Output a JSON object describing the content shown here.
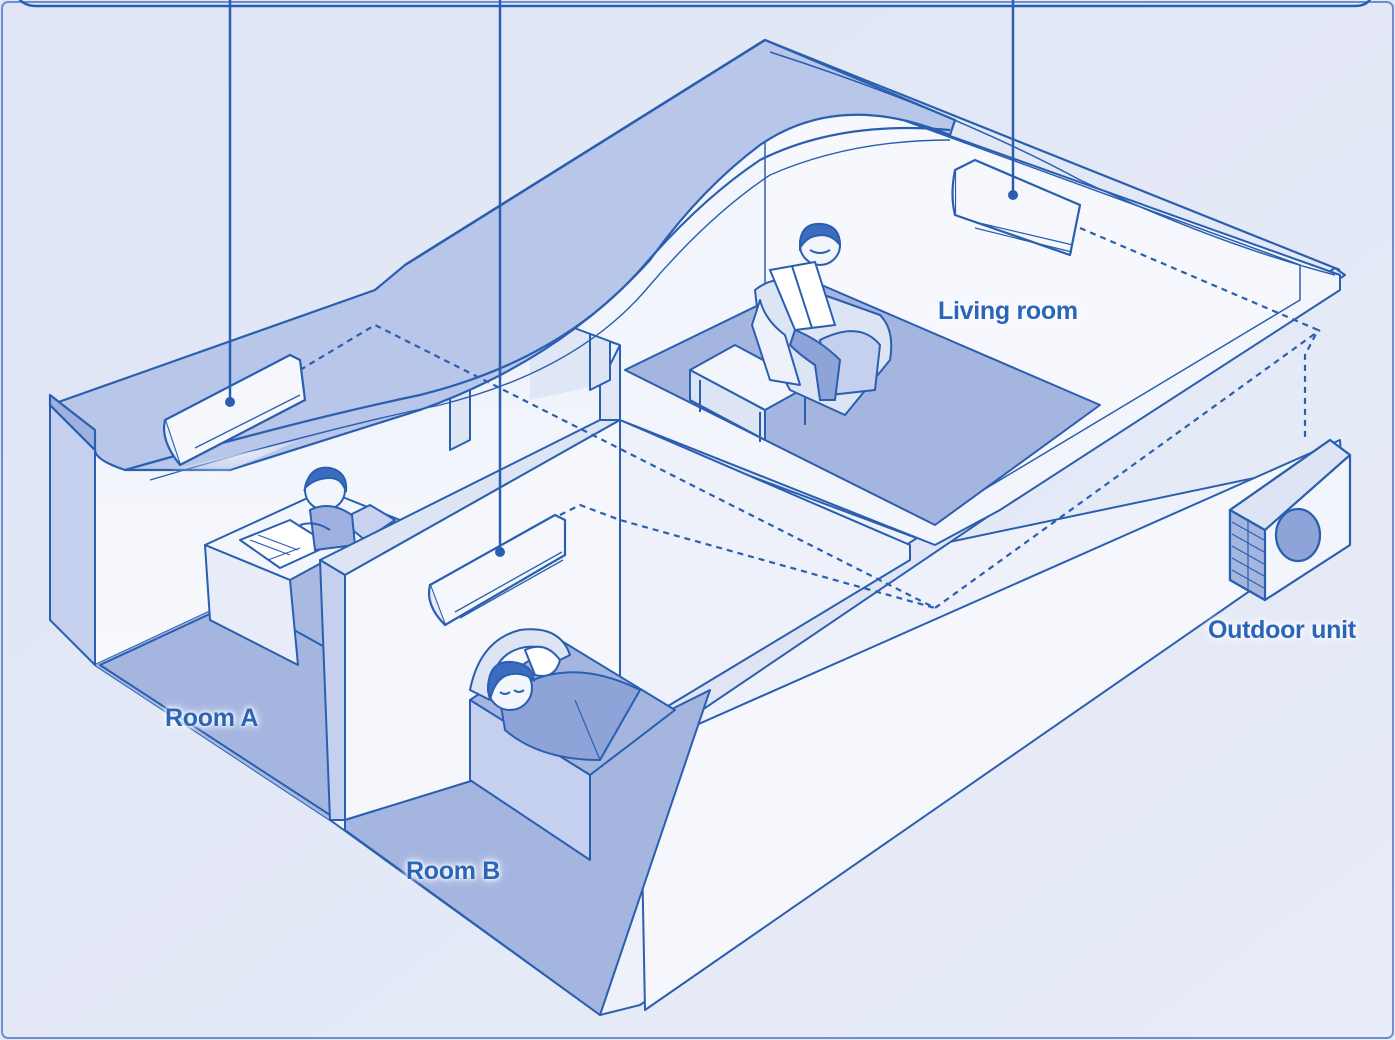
{
  "labels": {
    "room_a": "Room A",
    "room_b": "Room B",
    "living_room": "Living room",
    "outdoor_unit": "Outdoor unit"
  },
  "colors": {
    "background": "#e4e9f6",
    "line": "#2a5fb0",
    "label": "#2a65b8",
    "floor": "#a4b5e0",
    "wall_light": "#f4f6fc",
    "wall_mid": "#dde4f4",
    "ceiling_beam": "#b8c6ea"
  },
  "icons": {
    "indoor_unit": "wall-mounted-air-conditioner-icon",
    "outdoor_unit": "outdoor-condenser-icon",
    "person": "person-icon"
  }
}
